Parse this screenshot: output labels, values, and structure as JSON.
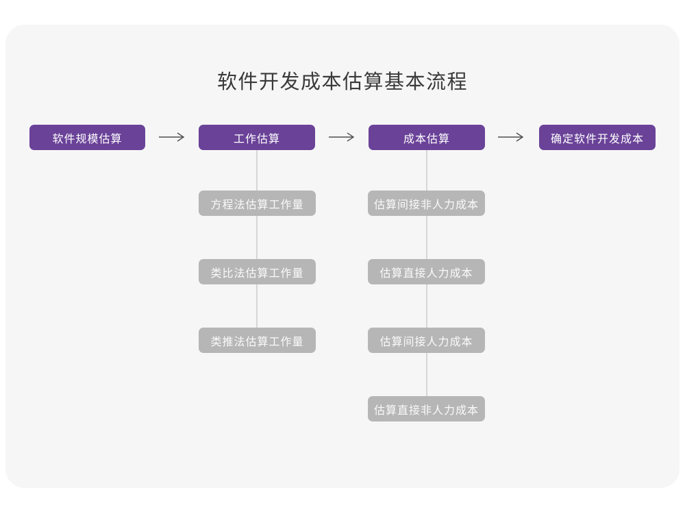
{
  "title": "软件开发成本估算基本流程",
  "colors": {
    "stage_box": "#6a4298",
    "substep_box": "#b6b6b6",
    "card_background": "#f6f6f7",
    "page_background": "#ffffff",
    "connector_line": "#d6d6d6",
    "arrow": "#4f4f4f",
    "title_text": "#3a3a3a",
    "box_text": "#ffffff"
  },
  "flow": {
    "stages": [
      {
        "label": "软件规模估算",
        "substeps": []
      },
      {
        "label": "工作估算",
        "substeps": [
          "方程法估算工作量",
          "类比法估算工作量",
          "类推法估算工作量"
        ]
      },
      {
        "label": "成本估算",
        "substeps": [
          "估算间接非人力成本",
          "估算直接人力成本",
          "估算间接人力成本",
          "估算直接非人力成本"
        ]
      },
      {
        "label": "确定软件开发成本",
        "substeps": []
      }
    ],
    "arrow_icon": "right-arrow"
  }
}
